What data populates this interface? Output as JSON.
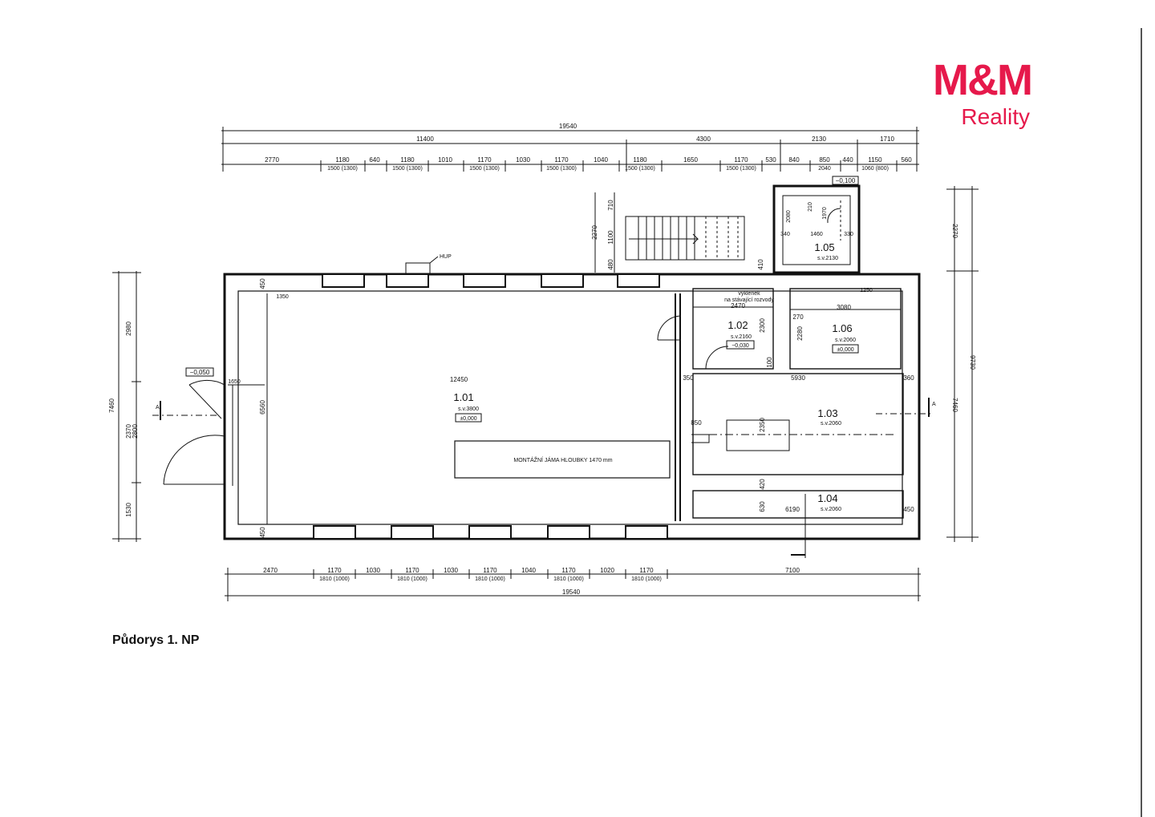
{
  "brand": {
    "line1": "M&M",
    "line2": "Reality",
    "color": "#e6194b"
  },
  "plan_title": "Půdorys 1. NP",
  "dims_top": {
    "overall": "19540",
    "group": [
      "11400",
      "4300",
      "2130",
      "1710"
    ],
    "detail": [
      "2770",
      "1180",
      "640",
      "1180",
      "1010",
      "1170",
      "1030",
      "1170",
      "1040",
      "1180",
      "1650",
      "1170",
      "530",
      "840",
      "850",
      "440",
      "1150",
      "560"
    ],
    "sub": [
      "1500 (1300)",
      "1500 (1300)",
      "1500 (1300)",
      "1500 (1300)",
      "1500 (1300)",
      "1500 (1300)",
      "2040",
      "1060 (800)"
    ]
  },
  "dims_bottom": {
    "detail": [
      "2470",
      "1170",
      "1030",
      "1170",
      "1030",
      "1170",
      "1040",
      "1170",
      "1020",
      "1170",
      "7100"
    ],
    "sub": [
      "1810 (1000)",
      "1810 (1000)",
      "1810 (1000)",
      "1810 (1000)",
      "1810 (1000)"
    ],
    "overall": "19540"
  },
  "dims_left": [
    "2980",
    "7460",
    "2370",
    "2800",
    "1530"
  ],
  "dims_right": [
    "2270",
    "9730",
    "7460"
  ],
  "interior_dims": [
    "450",
    "450",
    "1650",
    "12450",
    "6560",
    "710",
    "2270",
    "1100",
    "480",
    "410",
    "2470",
    "2300",
    "100",
    "3080",
    "270",
    "2280",
    "5930",
    "350",
    "360",
    "850",
    "2350",
    "420",
    "630",
    "6190",
    "450",
    "2080",
    "210",
    "1970",
    "340",
    "1460",
    "330",
    "1350",
    "1250"
  ],
  "rooms": [
    {
      "no": "1.01",
      "height": "s.v.3800",
      "level": "±0,000"
    },
    {
      "no": "1.02",
      "height": "s.v.2160",
      "level": "−0,030"
    },
    {
      "no": "1.03",
      "height": "s.v.2060"
    },
    {
      "no": "1.04",
      "height": "s.v.2060"
    },
    {
      "no": "1.05",
      "height": "s.v.2130"
    },
    {
      "no": "1.06",
      "height": "s.v.2060",
      "level": "±0,000"
    }
  ],
  "levels": [
    "−0,050",
    "−0,100"
  ],
  "annotations": {
    "pit": "MONTÁŽNÍ JÁMA HLOUBKY 1470 mm",
    "hup": "HUP",
    "niche_1": "výklenek",
    "niche_2": "na stávající rozvody",
    "section": "A"
  }
}
